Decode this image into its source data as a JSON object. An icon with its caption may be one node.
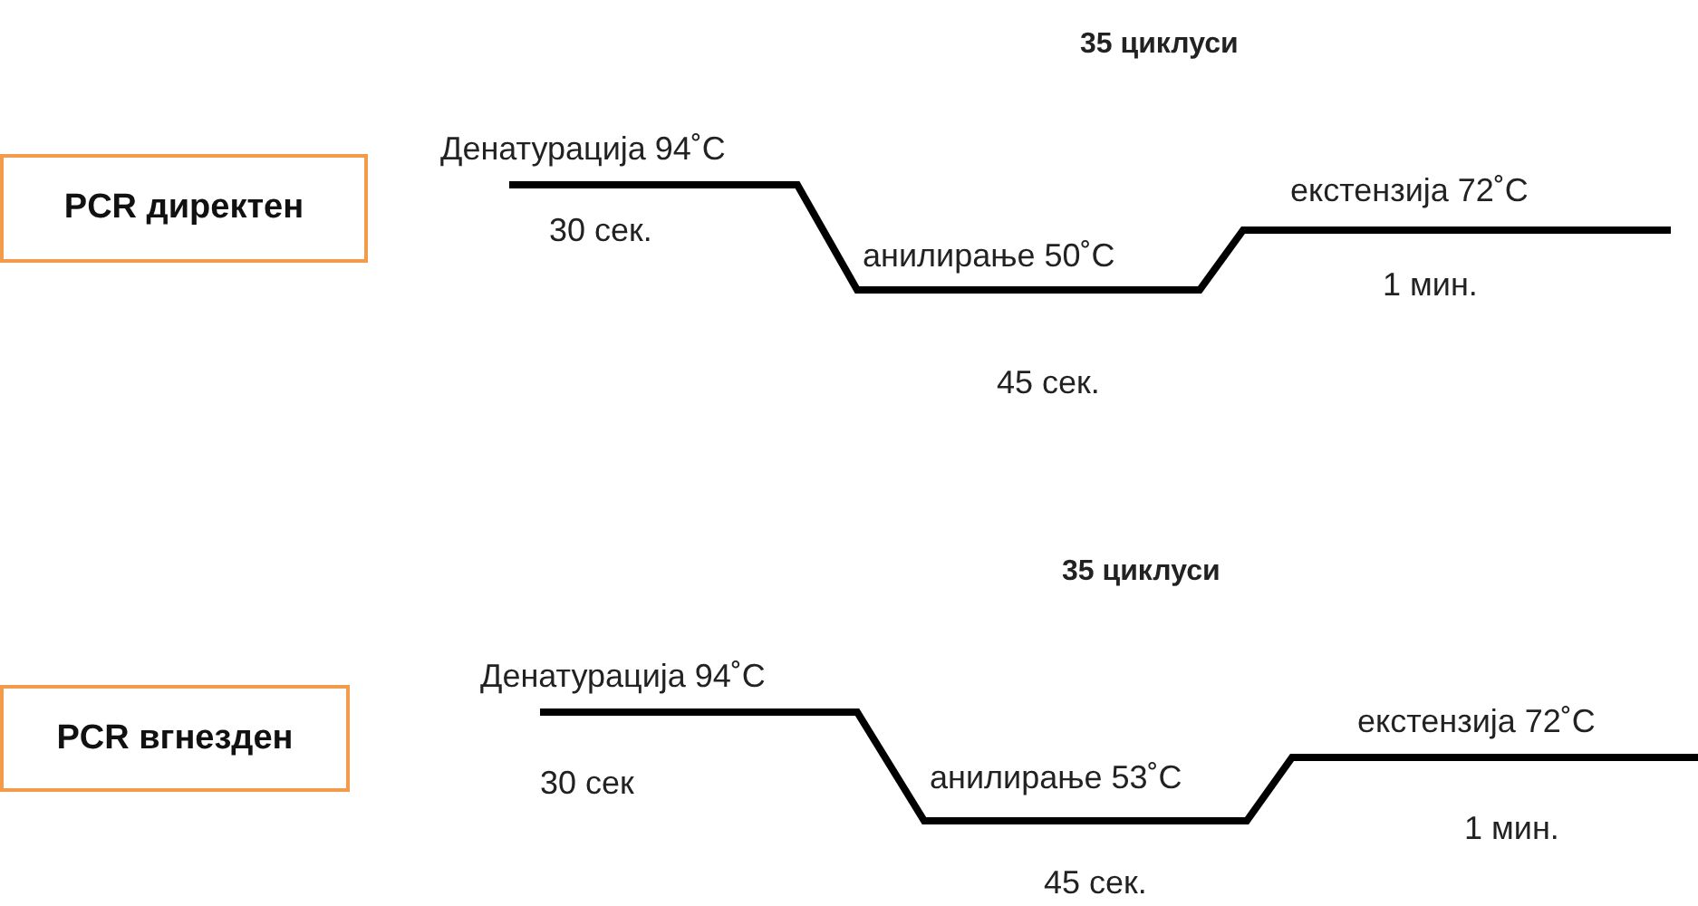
{
  "diagram": {
    "nodes": [
      {
        "text": [
          "PCR директен"
        ]
      },
      {
        "text": [
          "PCR вгнезден"
        ]
      }
    ],
    "labels": [
      "35 циклуси",
      "Денатурација 94˚C",
      "30 сек.",
      "екстензија 72˚C",
      "анилирање 50˚C",
      "1 мин.",
      "45 сек.",
      "35 циклуси",
      "Денатурација 94˚C",
      "екстензија 72˚C",
      "30 сек",
      "анилирање 53˚C",
      "1 мин.",
      "45 сек."
    ]
  }
}
